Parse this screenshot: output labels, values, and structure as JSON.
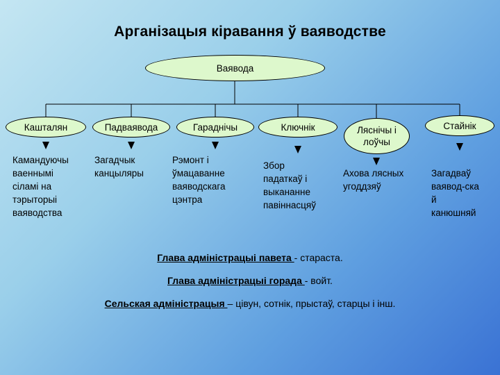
{
  "title": "Арганізацыя кіравання ў ваяводстве",
  "root": {
    "label": "Ваявода"
  },
  "offices": [
    {
      "label": "Кашталян",
      "duties": [
        "Камандуючы",
        "ваеннымі",
        "сіламі на",
        "тэрыторыі",
        "ваяводства"
      ]
    },
    {
      "label": "Падваявода",
      "duties": [
        "Загадчык",
        "канцыляры"
      ]
    },
    {
      "label": "Гараднічы",
      "duties": [
        "Рэмонт і",
        "ўмацаванне",
        "ваяводскага",
        "цэнтра"
      ]
    },
    {
      "label": "Ключнік",
      "duties": [
        "Збор",
        "падаткаў і",
        "выкананне",
        "павіннасцяў"
      ]
    },
    {
      "label_lines": [
        "Ляснічы і",
        "лоўчы"
      ],
      "duties": [
        "Ахова лясных",
        "угоддзяў"
      ]
    },
    {
      "label": "Стайнік",
      "duties": [
        "Загадваў",
        "ваявод-ска",
        "й",
        "канюшняй"
      ]
    }
  ],
  "notes": [
    {
      "term": "Глава адміністрацыі павета ",
      "rest": " - стараста."
    },
    {
      "term": "Глава адміністрацыі горада ",
      "rest": " - войт."
    },
    {
      "term": "Сельская адміністрацыя ",
      "rest": " – цівун, сотнік, прыстаў, старцы і інш."
    }
  ]
}
